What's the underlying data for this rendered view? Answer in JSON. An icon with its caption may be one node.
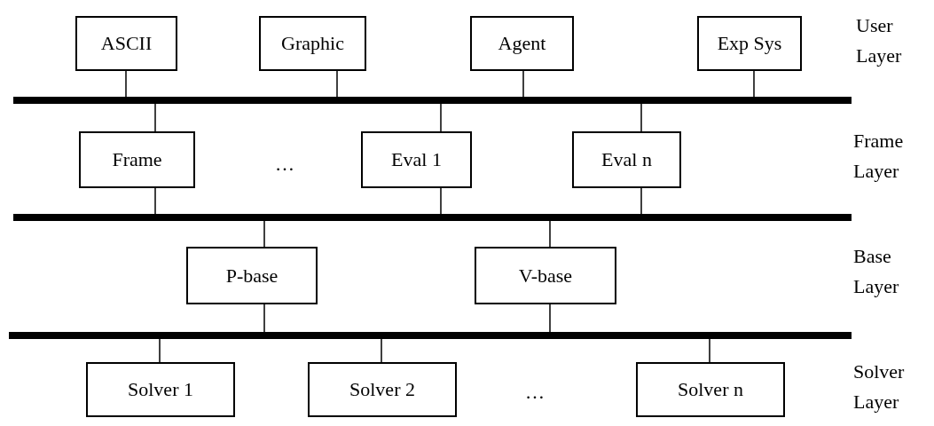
{
  "diagram": {
    "nodes": [
      {
        "text": [
          "ASCII"
        ]
      },
      {
        "text": [
          "Graphic"
        ]
      },
      {
        "text": [
          "Agent"
        ]
      },
      {
        "text": [
          "Exp Sys"
        ]
      },
      {
        "text": [],
        "shape": "bar"
      },
      {
        "text": [
          "Frame"
        ]
      },
      {
        "text": [
          "Eval 1"
        ]
      },
      {
        "text": [
          "Eval n"
        ]
      },
      {
        "text": [],
        "shape": "bar"
      },
      {
        "text": [
          "P-base"
        ]
      },
      {
        "text": [
          "V-base"
        ]
      },
      {
        "text": [],
        "shape": "bar"
      },
      {
        "text": [
          "Solver 1"
        ]
      },
      {
        "text": [
          "Solver 2"
        ]
      },
      {
        "text": [
          "Solver n"
        ]
      }
    ],
    "edges": [
      {
        "from": 0,
        "to": 4,
        "arrow": "none"
      },
      {
        "from": 1,
        "to": 4,
        "arrow": "none"
      },
      {
        "from": 2,
        "to": 4,
        "arrow": "none"
      },
      {
        "from": 3,
        "to": 4,
        "arrow": "none"
      },
      {
        "from": 4,
        "to": 5,
        "arrow": "none"
      },
      {
        "from": 4,
        "to": 6,
        "arrow": "none"
      },
      {
        "from": 4,
        "to": 7,
        "arrow": "none"
      },
      {
        "from": 5,
        "to": 8,
        "arrow": "none"
      },
      {
        "from": 6,
        "to": 8,
        "arrow": "none"
      },
      {
        "from": 7,
        "to": 8,
        "arrow": "none"
      },
      {
        "from": 8,
        "to": 9,
        "arrow": "none"
      },
      {
        "from": 8,
        "to": 10,
        "arrow": "none"
      },
      {
        "from": 9,
        "to": 11,
        "arrow": "none"
      },
      {
        "from": 10,
        "to": 11,
        "arrow": "none"
      },
      {
        "from": 11,
        "to": 12,
        "arrow": "none"
      },
      {
        "from": 11,
        "to": 13,
        "arrow": "none"
      },
      {
        "from": 11,
        "to": 14,
        "arrow": "none"
      }
    ],
    "labels": [
      "User Layer",
      "…",
      "Frame Layer",
      "Base Layer",
      "…",
      "Solver Layer"
    ]
  }
}
